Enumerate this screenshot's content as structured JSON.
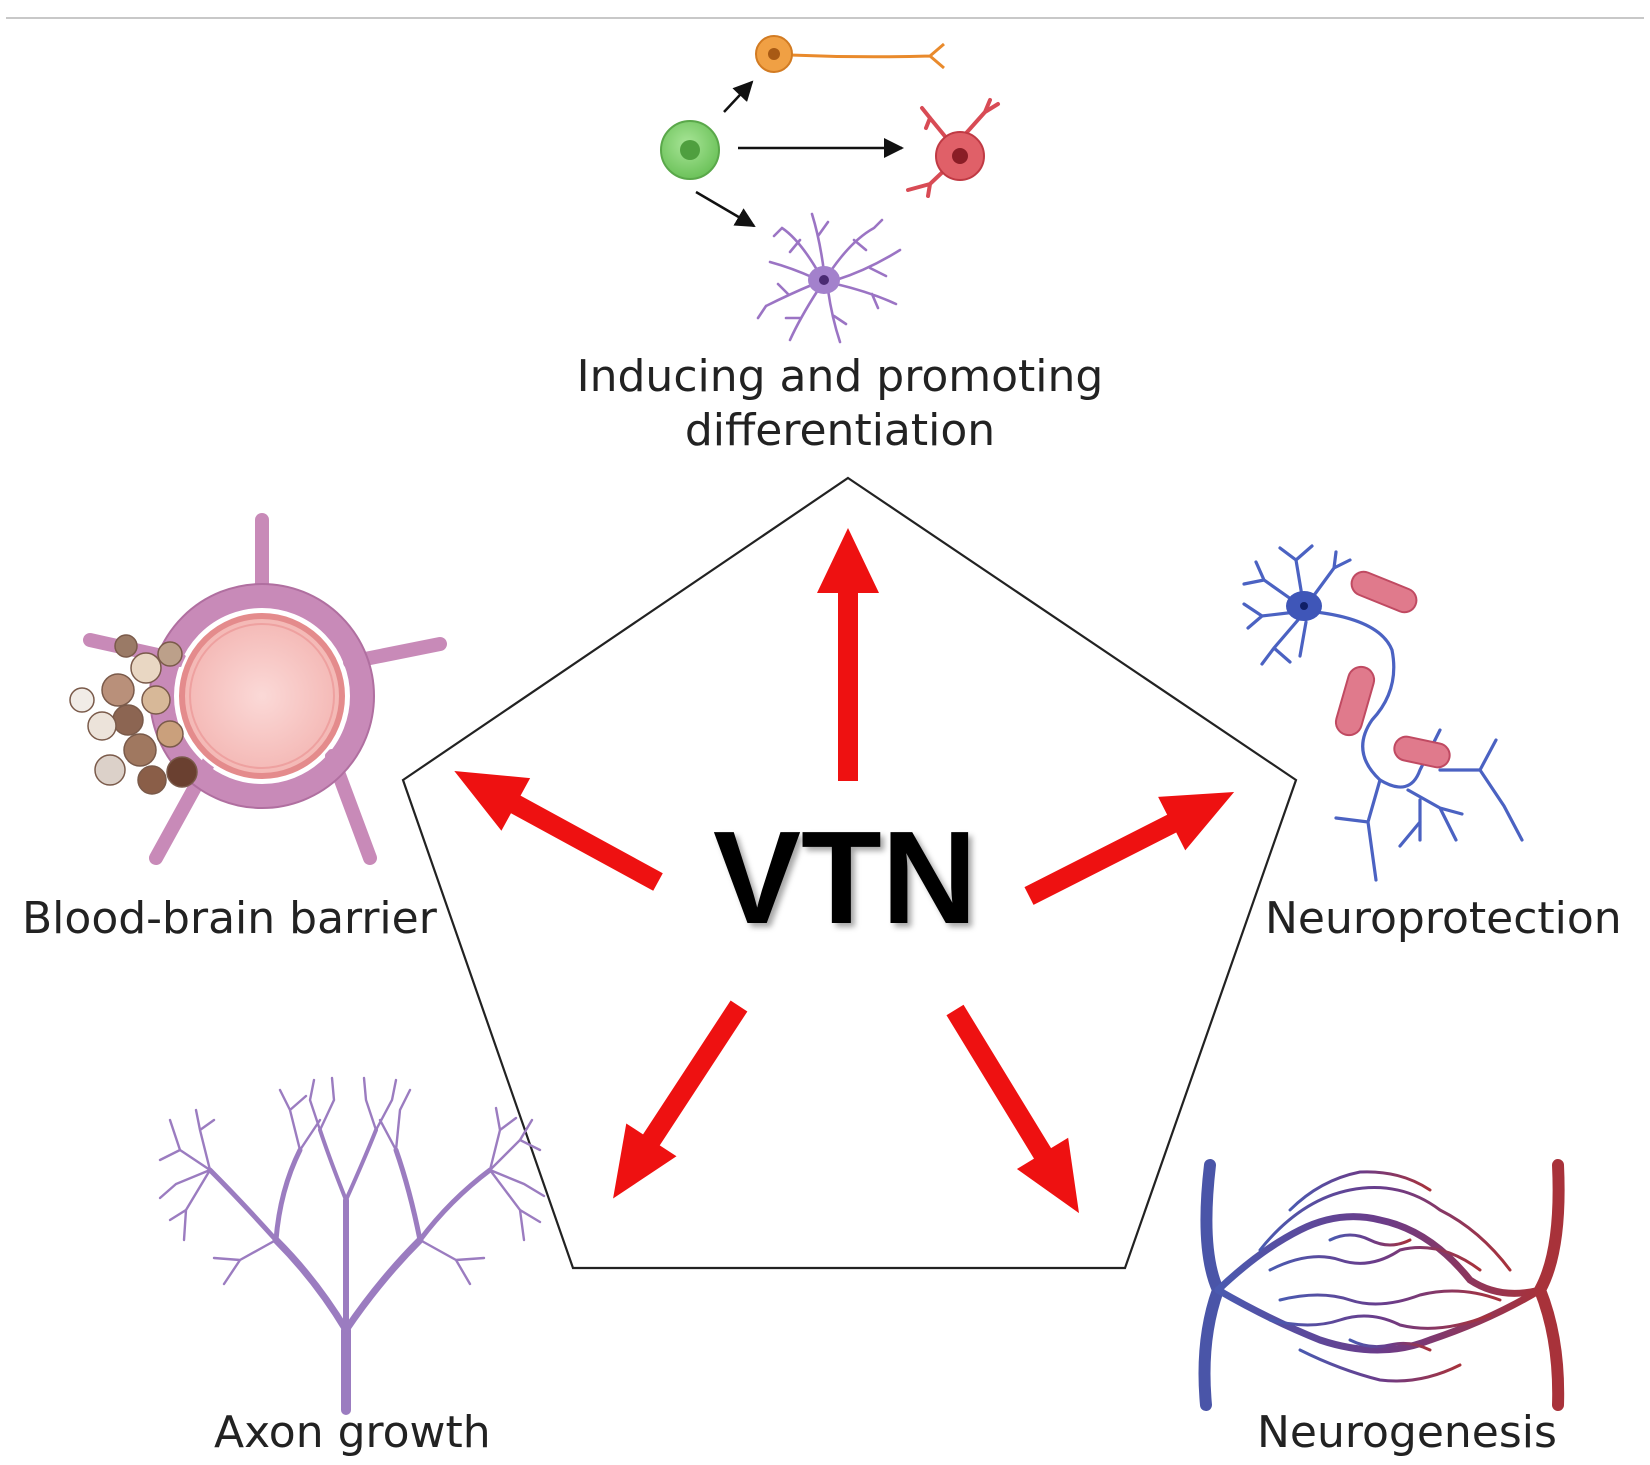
{
  "center": {
    "label": "VTN"
  },
  "functions": {
    "differentiation": {
      "line1": "Inducing and promoting",
      "line2": "differentiation"
    },
    "bbb": {
      "label": "Blood-brain barrier"
    },
    "neuroprotection": {
      "label": "Neuroprotection"
    },
    "axon": {
      "label": "Axon growth"
    },
    "neurogenesis": {
      "label": "Neurogenesis"
    }
  },
  "icons": {
    "differentiation": "stem-cell-differentiation-icon",
    "bbb": "blood-brain-barrier-vessel-icon",
    "neuroprotection": "neuron-with-bacteria-icon",
    "axon": "dendritic-tree-icon",
    "neurogenesis": "capillary-network-icon"
  },
  "colors": {
    "arrow": "#ee1111",
    "pentagon": "#222222",
    "stem_cell": "#7ed06a",
    "neuron_orange": "#e98a2c",
    "neuron_red": "#d84b55",
    "astrocyte_purple": "#9b74c4",
    "pericyte_pink": "#c88ab8",
    "vessel_lumen": "#f7c6c4",
    "neuron_blue": "#4b62c2",
    "bacteria": "#d6617a",
    "axon_purple": "#9b7cc0",
    "vein_blue": "#4a55a8",
    "artery_red": "#a8323a"
  }
}
